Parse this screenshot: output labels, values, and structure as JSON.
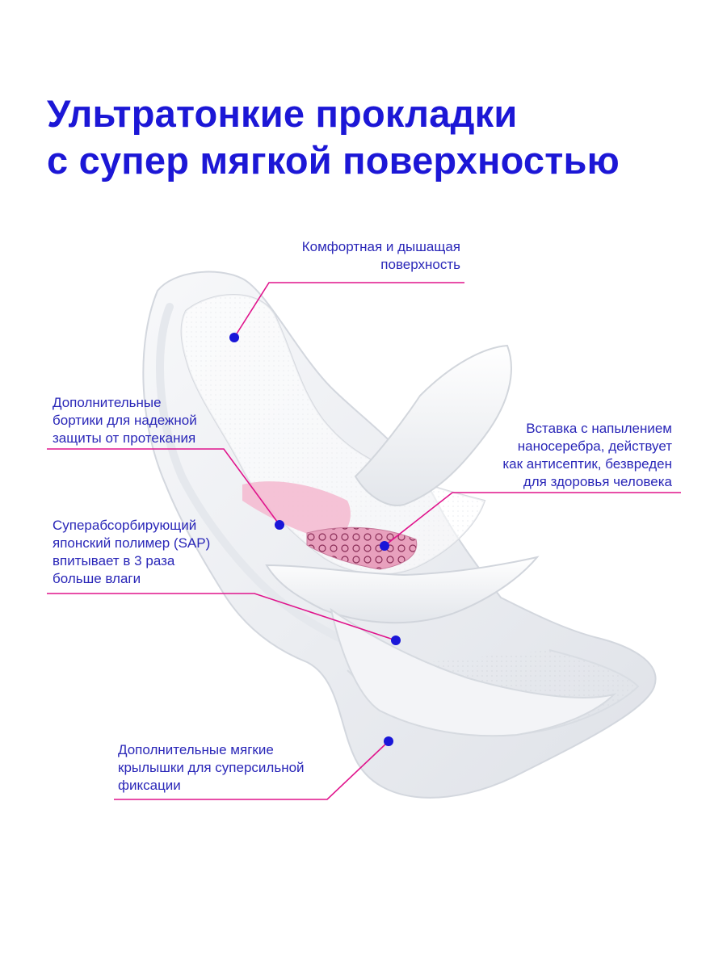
{
  "title": {
    "line1": "Ультратонкие прокладки",
    "line2": "с супер мягкой поверхностью"
  },
  "callouts": {
    "surface": {
      "lines": [
        "Комфортная и дышащая",
        "поверхность"
      ]
    },
    "sides": {
      "lines": [
        "Дополнительные",
        "бортики для надежной",
        "защиты от протекания"
      ]
    },
    "silver": {
      "lines": [
        "Вставка с напылением",
        "наносеребра, действует",
        "как антисептик, безвреден",
        "для здоровья человека"
      ]
    },
    "sap": {
      "lines": [
        "Суперабсорбирующий",
        "японский полимер (SAP)",
        "впитывает в 3 раза",
        "больше влаги"
      ]
    },
    "wings": {
      "lines": [
        "Дополнительные мягкие",
        "крылышки для суперсильной",
        "фиксации"
      ]
    }
  },
  "colors": {
    "title": "#1c17d6",
    "callout_text": "#2a27b8",
    "leader_line": "#e0148c",
    "marker_dot": "#1a16d8",
    "pad_pink": "#f4b9cf"
  }
}
